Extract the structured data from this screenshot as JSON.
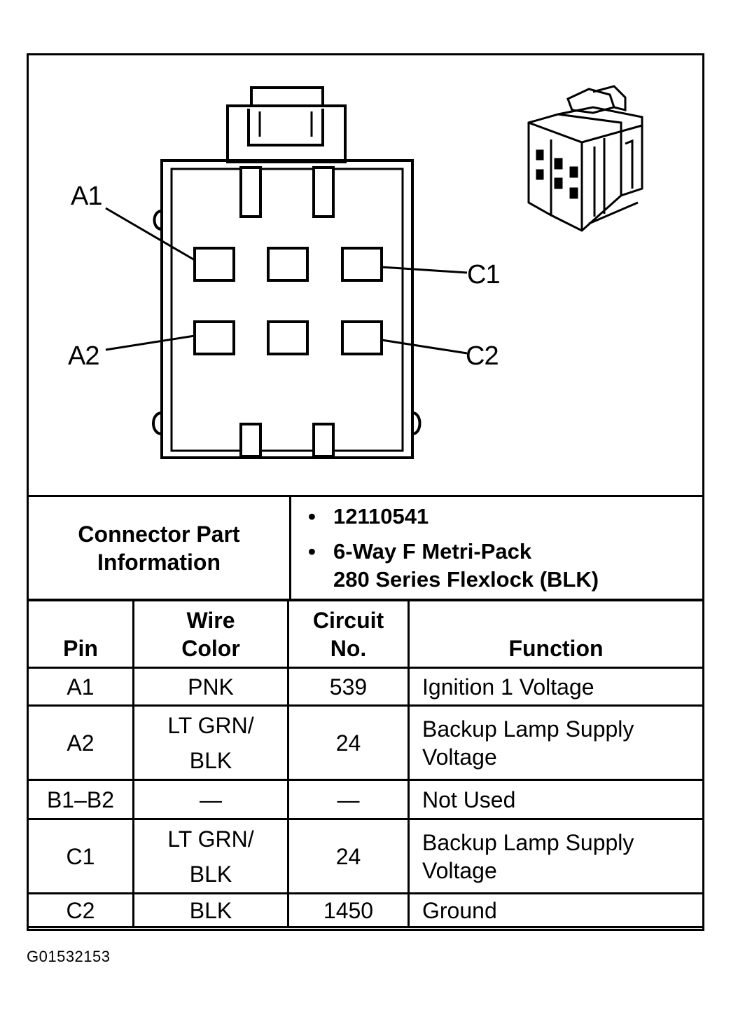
{
  "diagram": {
    "pin_labels": {
      "a1": "A1",
      "a2": "A2",
      "c1": "C1",
      "c2": "C2"
    },
    "icons": [
      "connector-face-view",
      "connector-3d-icon"
    ]
  },
  "connector_info": {
    "label_line1": "Connector Part",
    "label_line2": "Information",
    "part_number": "12110541",
    "description_line1": "6-Way F Metri-Pack",
    "description_line2": "280 Series Flexlock (BLK)"
  },
  "pin_table": {
    "headers": {
      "pin": "Pin",
      "wire_line1": "Wire",
      "wire_line2": "Color",
      "circuit_line1": "Circuit",
      "circuit_line2": "No.",
      "function": "Function"
    },
    "rows": [
      {
        "pin": "A1",
        "wire_line1": "PNK",
        "wire_line2": "",
        "circuit": "539",
        "function_line1": "Ignition 1 Voltage",
        "function_line2": ""
      },
      {
        "pin": "A2",
        "wire_line1": "LT GRN/",
        "wire_line2": "BLK",
        "circuit": "24",
        "function_line1": "Backup Lamp Supply",
        "function_line2": "Voltage"
      },
      {
        "pin": "B1–B2",
        "wire_line1": "—",
        "wire_line2": "",
        "circuit": "—",
        "function_line1": "Not Used",
        "function_line2": ""
      },
      {
        "pin": "C1",
        "wire_line1": "LT GRN/",
        "wire_line2": "BLK",
        "circuit": "24",
        "function_line1": "Backup Lamp Supply",
        "function_line2": "Voltage"
      },
      {
        "pin": "C2",
        "wire_line1": "BLK",
        "wire_line2": "",
        "circuit": "1450",
        "function_line1": "Ground",
        "function_line2": ""
      }
    ]
  },
  "footer": {
    "code": "G01532153"
  }
}
